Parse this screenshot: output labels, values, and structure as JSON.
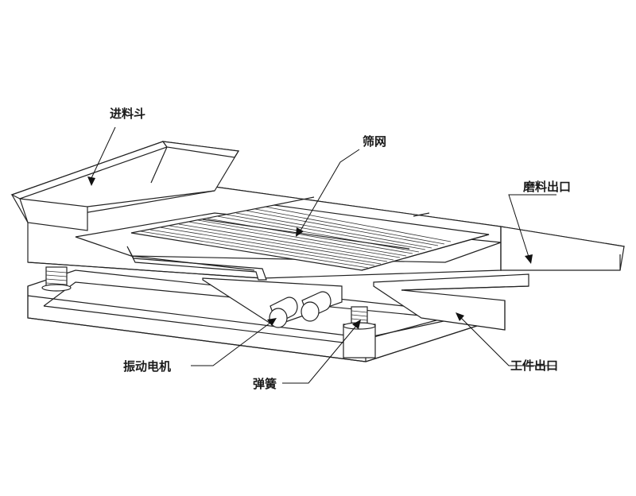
{
  "labels": {
    "feed_hopper": "进料斗",
    "screen_mesh": "筛网",
    "abrasive_outlet": "磨料出口",
    "vibration_motor": "振动电机",
    "spring": "弹簧",
    "workpiece_outlet": "工件出口"
  }
}
